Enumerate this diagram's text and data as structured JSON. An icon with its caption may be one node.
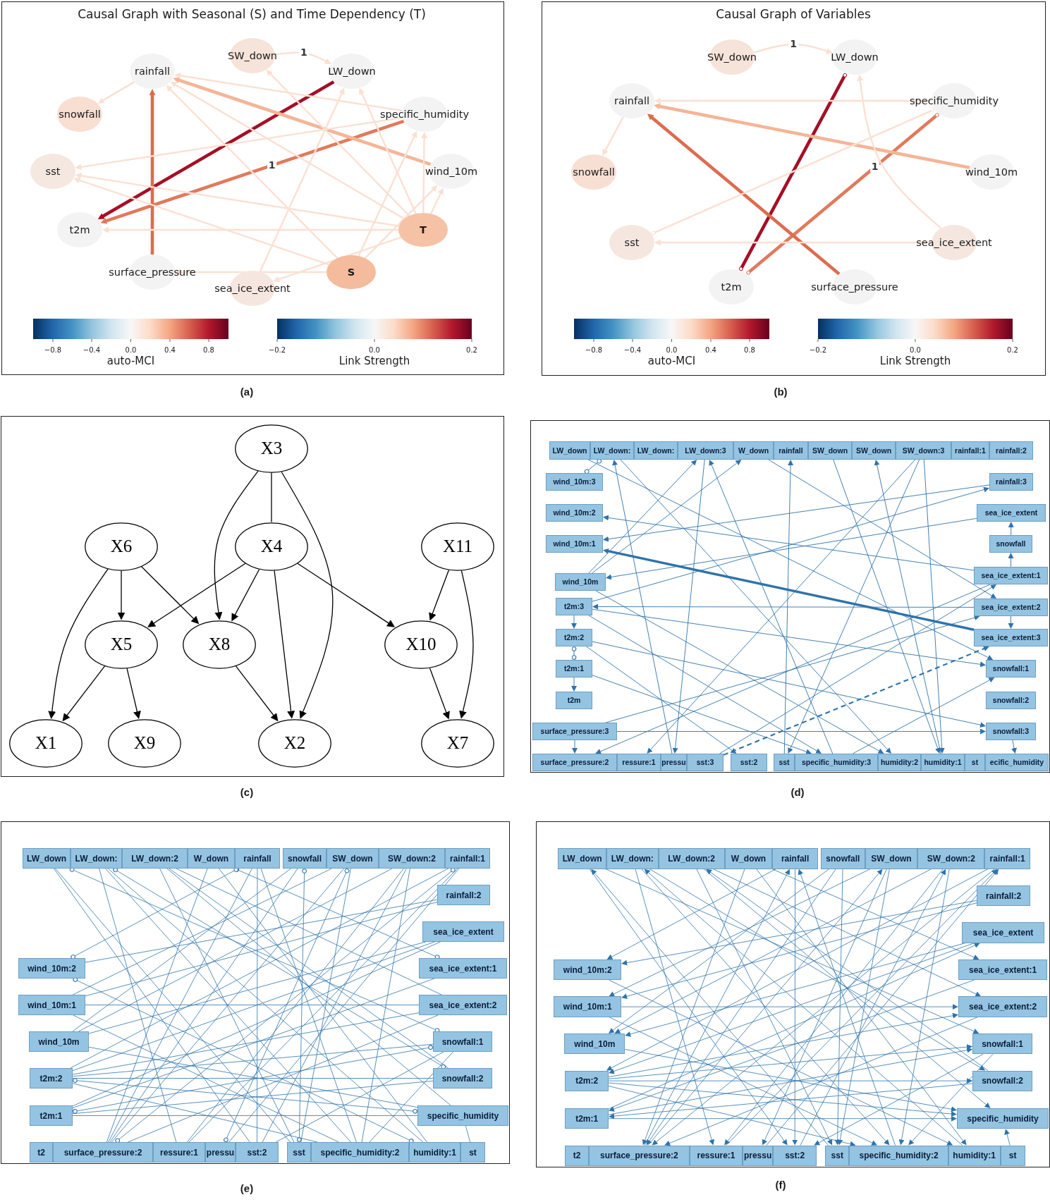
{
  "diagram": {
    "nodes": [
      {
        "text": [
          "SW_down"
        ]
      },
      {
        "text": [
          "rainfall"
        ]
      },
      {
        "text": [
          "LW_down"
        ]
      },
      {
        "text": [
          "snowfall"
        ]
      },
      {
        "text": [
          "specific_humidity"
        ]
      },
      {
        "text": [
          "sst"
        ]
      },
      {
        "text": [
          "wind_10m"
        ]
      },
      {
        "text": [
          "t2m"
        ]
      },
      {
        "text": [
          "T"
        ]
      },
      {
        "text": [
          "surface_pressure"
        ]
      },
      {
        "text": [
          "S"
        ]
      },
      {
        "text": [
          "sea_ice_extent"
        ]
      },
      {
        "text": [
          "SW_down"
        ]
      },
      {
        "text": [
          "LW_down"
        ]
      },
      {
        "text": [
          "rainfall"
        ]
      },
      {
        "text": [
          "specific_humidity"
        ]
      },
      {
        "text": [
          "snowfall"
        ]
      },
      {
        "text": [
          "wind_10m"
        ]
      },
      {
        "text": [
          "sst"
        ]
      },
      {
        "text": [
          "sea_ice_extent"
        ]
      },
      {
        "text": [
          "t2m"
        ]
      },
      {
        "text": [
          "surface_pressure"
        ]
      },
      {
        "text": [
          "X3"
        ]
      },
      {
        "text": [
          "X6"
        ]
      },
      {
        "text": [
          "X4"
        ]
      },
      {
        "text": [
          "X11"
        ]
      },
      {
        "text": [
          "X5"
        ]
      },
      {
        "text": [
          "X8"
        ]
      },
      {
        "text": [
          "X10"
        ]
      },
      {
        "text": [
          "X1"
        ]
      },
      {
        "text": [
          "X9"
        ]
      },
      {
        "text": [
          "X2"
        ]
      },
      {
        "text": [
          "X7"
        ]
      },
      {
        "text": [
          "LW_down"
        ]
      },
      {
        "text": [
          "LW_down:"
        ]
      },
      {
        "text": [
          "LW_down:"
        ]
      },
      {
        "text": [
          "LW_down:3"
        ]
      },
      {
        "text": [
          "W_down"
        ]
      },
      {
        "text": [
          "rainfall"
        ]
      },
      {
        "text": [
          "SW_down"
        ]
      },
      {
        "text": [
          "SW_down"
        ]
      },
      {
        "text": [
          "SW_down:3"
        ]
      },
      {
        "text": [
          "rainfall:1"
        ]
      },
      {
        "text": [
          "rainfall:2"
        ]
      },
      {
        "text": [
          "wind_10m:3"
        ]
      },
      {
        "text": [
          "rainfall:3"
        ]
      },
      {
        "text": [
          "wind_10m:2"
        ]
      },
      {
        "text": [
          "sea_ice_extent"
        ]
      },
      {
        "text": [
          "wind_10m:1"
        ]
      },
      {
        "text": [
          "snowfall"
        ]
      },
      {
        "text": [
          "wind_10m"
        ]
      },
      {
        "text": [
          "sea_ice_extent:1"
        ]
      },
      {
        "text": [
          "t2m:3"
        ]
      },
      {
        "text": [
          "sea_ice_extent:2"
        ]
      },
      {
        "text": [
          "t2m:2"
        ]
      },
      {
        "text": [
          "sea_ice_extent:3"
        ]
      },
      {
        "text": [
          "t2m:1"
        ]
      },
      {
        "text": [
          "snowfall:1"
        ]
      },
      {
        "text": [
          "t2m"
        ]
      },
      {
        "text": [
          "snowfall:2"
        ]
      },
      {
        "text": [
          "surface_pressure:3"
        ]
      },
      {
        "text": [
          "snowfall:3"
        ]
      },
      {
        "text": [
          "surface_pressure:2"
        ]
      },
      {
        "text": [
          "ressure:1"
        ]
      },
      {
        "text": [
          "pressu"
        ]
      },
      {
        "text": [
          "sst:3"
        ]
      },
      {
        "text": [
          "sst:2"
        ]
      },
      {
        "text": [
          "sst"
        ]
      },
      {
        "text": [
          "specific_humidity:3"
        ]
      },
      {
        "text": [
          "humidity:2"
        ]
      },
      {
        "text": [
          "humidity:1"
        ]
      },
      {
        "text": [
          "st"
        ]
      },
      {
        "text": [
          "ecific_humidity"
        ]
      },
      {
        "text": [
          "LW_down"
        ]
      },
      {
        "text": [
          "LW_down:"
        ]
      },
      {
        "text": [
          "LW_down:2"
        ]
      },
      {
        "text": [
          "W_down"
        ]
      },
      {
        "text": [
          "rainfall"
        ]
      },
      {
        "text": [
          "snowfall"
        ]
      },
      {
        "text": [
          "SW_down"
        ]
      },
      {
        "text": [
          "SW_down:2"
        ]
      },
      {
        "text": [
          "rainfall:1"
        ]
      },
      {
        "text": [
          "rainfall:2"
        ]
      },
      {
        "text": [
          "sea_ice_extent"
        ]
      },
      {
        "text": [
          "wind_10m:2"
        ]
      },
      {
        "text": [
          "sea_ice_extent:1"
        ]
      },
      {
        "text": [
          "wind_10m:1"
        ]
      },
      {
        "text": [
          "sea_ice_extent:2"
        ]
      },
      {
        "text": [
          "wind_10m"
        ]
      },
      {
        "text": [
          "snowfall:1"
        ]
      },
      {
        "text": [
          "t2m:2"
        ]
      },
      {
        "text": [
          "snowfall:2"
        ]
      },
      {
        "text": [
          "t2m:1"
        ]
      },
      {
        "text": [
          "specific_humidity"
        ]
      },
      {
        "text": [
          "t2"
        ]
      },
      {
        "text": [
          "surface_pressure:2"
        ]
      },
      {
        "text": [
          "ressure:1"
        ]
      },
      {
        "text": [
          "pressu"
        ]
      },
      {
        "text": [
          "sst:2"
        ]
      },
      {
        "text": [
          "sst"
        ]
      },
      {
        "text": [
          "specific_humidity:2"
        ]
      },
      {
        "text": [
          "humidity:1"
        ]
      },
      {
        "text": [
          "st"
        ]
      },
      {
        "text": [
          "LW_down"
        ]
      },
      {
        "text": [
          "LW_down:"
        ]
      },
      {
        "text": [
          "LW_down:2"
        ]
      },
      {
        "text": [
          "W_down"
        ]
      },
      {
        "text": [
          "rainfall"
        ]
      },
      {
        "text": [
          "snowfall"
        ]
      },
      {
        "text": [
          "SW_down"
        ]
      },
      {
        "text": [
          "SW_down:2"
        ]
      },
      {
        "text": [
          "rainfall:1"
        ]
      },
      {
        "text": [
          "rainfall:2"
        ]
      },
      {
        "text": [
          "sea_ice_extent"
        ]
      },
      {
        "text": [
          "wind_10m:2"
        ]
      },
      {
        "text": [
          "sea_ice_extent:1"
        ]
      },
      {
        "text": [
          "wind_10m:1"
        ]
      },
      {
        "text": [
          "sea_ice_extent:2"
        ]
      },
      {
        "text": [
          "wind_10m"
        ]
      },
      {
        "text": [
          "snowfall:1"
        ]
      },
      {
        "text": [
          "t2m:2"
        ]
      },
      {
        "text": [
          "snowfall:2"
        ]
      },
      {
        "text": [
          "t2m:1"
        ]
      },
      {
        "text": [
          "specific_humidity"
        ]
      },
      {
        "text": [
          "t2"
        ]
      },
      {
        "text": [
          "surface_pressure:2"
        ]
      },
      {
        "text": [
          "ressure:1"
        ]
      },
      {
        "text": [
          "pressu"
        ]
      },
      {
        "text": [
          "sst:2"
        ]
      },
      {
        "text": [
          "sst"
        ]
      },
      {
        "text": [
          "specific_humidity:2"
        ]
      },
      {
        "text": [
          "humidity:1"
        ]
      },
      {
        "text": [
          "st"
        ]
      }
    ],
    "edges": [
      {
        "from": 1,
        "to": 3,
        "arrow": "to",
        "color": "#fbe0d3"
      },
      {
        "from": 0,
        "to": 2,
        "arrow": "to",
        "label": "1",
        "color": "#fbe0d3"
      },
      {
        "from": 2,
        "to": 7,
        "arrow": "to",
        "style": "thick",
        "color": "#a50f26"
      },
      {
        "from": 4,
        "to": 7,
        "arrow": "to",
        "label": "1",
        "style": "thick",
        "color": "#e07a5c"
      },
      {
        "from": 9,
        "to": 1,
        "arrow": "to",
        "style": "thick",
        "color": "#dc6c50"
      },
      {
        "from": 6,
        "to": 1,
        "arrow": "to",
        "style": "thick",
        "color": "#f4b597"
      },
      {
        "from": 4,
        "to": 1,
        "arrow": "to",
        "color": "#fbe0d3"
      },
      {
        "from": 4,
        "to": 5,
        "arrow": "to",
        "color": "#fbe0d3"
      },
      {
        "from": 8,
        "to": 1,
        "arrow": "to",
        "color": "#fbe0d3"
      },
      {
        "from": 10,
        "to": 1,
        "arrow": "to",
        "color": "#fbe0d3"
      },
      {
        "from": 8,
        "to": 0,
        "arrow": "to",
        "color": "#fbe0d3"
      },
      {
        "from": 8,
        "to": 2,
        "arrow": "to",
        "color": "#fbe0d3"
      },
      {
        "from": 8,
        "to": 4,
        "arrow": "to",
        "color": "#fbe0d3"
      },
      {
        "from": 8,
        "to": 6,
        "arrow": "to",
        "color": "#fbe0d3"
      },
      {
        "from": 8,
        "to": 5,
        "arrow": "to",
        "color": "#fbe0d3"
      },
      {
        "from": 8,
        "to": 7,
        "arrow": "to",
        "color": "#fbe0d3"
      },
      {
        "from": 8,
        "to": 11,
        "arrow": "to",
        "color": "#fbe0d3"
      },
      {
        "from": 10,
        "to": 5,
        "arrow": "to",
        "color": "#fbe0d3"
      },
      {
        "from": 10,
        "to": 4,
        "arrow": "to",
        "color": "#fbe0d3"
      },
      {
        "from": 10,
        "to": 6,
        "arrow": "to",
        "color": "#fbe0d3"
      },
      {
        "from": 10,
        "to": 9,
        "arrow": "to",
        "color": "#fbe0d3"
      },
      {
        "from": 11,
        "to": 2,
        "arrow": "to",
        "color": "#fbe0d3"
      },
      {
        "from": 12,
        "to": 13,
        "arrow": "to",
        "label": "1",
        "color": "#fbe0d3"
      },
      {
        "from": 14,
        "to": 16,
        "arrow": "to",
        "color": "#fbe0d3"
      },
      {
        "from": 20,
        "to": 13,
        "arrow": "other",
        "style": "thick",
        "color": "#a50f26"
      },
      {
        "from": 20,
        "to": 15,
        "arrow": "other",
        "label": "1",
        "style": "thick",
        "color": "#e07a5c"
      },
      {
        "from": 21,
        "to": 14,
        "arrow": "to",
        "style": "thick",
        "color": "#dc6c50"
      },
      {
        "from": 17,
        "to": 14,
        "arrow": "to",
        "style": "thick",
        "color": "#f4b597"
      },
      {
        "from": 15,
        "to": 14,
        "arrow": "to",
        "color": "#fbe0d3"
      },
      {
        "from": 18,
        "to": 15,
        "arrow": "other",
        "color": "#fbe0d3"
      },
      {
        "from": 19,
        "to": 18,
        "arrow": "to",
        "color": "#fbe0d3"
      },
      {
        "from": 19,
        "to": 13,
        "arrow": "to",
        "color": "#fbe0d3"
      },
      {
        "from": 22,
        "to": 24,
        "arrow": "none",
        "color": "#000000"
      },
      {
        "from": 22,
        "to": 27,
        "arrow": "to",
        "color": "#000000"
      },
      {
        "from": 22,
        "to": 31,
        "arrow": "to",
        "color": "#000000"
      },
      {
        "from": 23,
        "to": 26,
        "arrow": "to",
        "color": "#000000"
      },
      {
        "from": 23,
        "to": 27,
        "arrow": "to",
        "color": "#000000"
      },
      {
        "from": 23,
        "to": 29,
        "arrow": "to",
        "color": "#000000"
      },
      {
        "from": 24,
        "to": 26,
        "arrow": "to",
        "color": "#000000"
      },
      {
        "from": 24,
        "to": 27,
        "arrow": "to",
        "color": "#000000"
      },
      {
        "from": 24,
        "to": 31,
        "arrow": "to",
        "color": "#000000"
      },
      {
        "from": 24,
        "to": 28,
        "arrow": "to",
        "color": "#000000"
      },
      {
        "from": 25,
        "to": 28,
        "arrow": "to",
        "color": "#000000"
      },
      {
        "from": 25,
        "to": 32,
        "arrow": "to",
        "color": "#000000"
      },
      {
        "from": 26,
        "to": 29,
        "arrow": "to",
        "color": "#000000"
      },
      {
        "from": 26,
        "to": 30,
        "arrow": "to",
        "color": "#000000"
      },
      {
        "from": 27,
        "to": 31,
        "arrow": "to",
        "color": "#000000"
      },
      {
        "from": 28,
        "to": 32,
        "arrow": "to",
        "color": "#000000"
      },
      {
        "from": 55,
        "to": 48,
        "arrow": "to",
        "style": "thick"
      },
      {
        "from": 65,
        "to": 55,
        "arrow": "to",
        "style": "dashed"
      },
      {
        "from": 60,
        "to": 61,
        "arrow": "to"
      },
      {
        "from": 56,
        "to": 58,
        "arrow": "to"
      },
      {
        "from": 54,
        "to": 56,
        "arrow": "other"
      },
      {
        "from": 52,
        "to": 54,
        "arrow": "to"
      },
      {
        "from": 60,
        "to": 62,
        "arrow": "to"
      },
      {
        "from": 49,
        "to": 47,
        "arrow": "to"
      },
      {
        "from": 51,
        "to": 49,
        "arrow": "to"
      },
      {
        "from": 53,
        "to": 55,
        "arrow": "to"
      },
      {
        "from": 61,
        "to": 72,
        "arrow": "to"
      },
      {
        "from": 44,
        "to": 34,
        "arrow": "other"
      },
      {
        "from": 52,
        "to": 45,
        "arrow": "to"
      },
      {
        "from": 50,
        "to": 36,
        "arrow": "to"
      },
      {
        "from": 52,
        "to": 57,
        "arrow": "to"
      },
      {
        "from": 54,
        "to": 66,
        "arrow": "to"
      },
      {
        "from": 51,
        "to": 46,
        "arrow": "to"
      },
      {
        "from": 45,
        "to": 48,
        "arrow": "to"
      },
      {
        "from": 47,
        "to": 50,
        "arrow": "to"
      },
      {
        "from": 68,
        "to": 36,
        "arrow": "to"
      },
      {
        "from": 34,
        "to": 69,
        "arrow": "to"
      },
      {
        "from": 67,
        "to": 38,
        "arrow": "to"
      },
      {
        "from": 70,
        "to": 40,
        "arrow": "to"
      },
      {
        "from": 41,
        "to": 70,
        "arrow": "to"
      },
      {
        "from": 41,
        "to": 67,
        "arrow": "to"
      },
      {
        "from": 39,
        "to": 70,
        "arrow": "to"
      },
      {
        "from": 51,
        "to": 62,
        "arrow": "to"
      },
      {
        "from": 41,
        "to": 63,
        "arrow": "to"
      },
      {
        "from": 36,
        "to": 64,
        "arrow": "to"
      },
      {
        "from": 56,
        "to": 68,
        "arrow": "to"
      },
      {
        "from": 50,
        "to": 69,
        "arrow": "to"
      },
      {
        "from": 52,
        "to": 68,
        "arrow": "to"
      },
      {
        "from": 54,
        "to": 61,
        "arrow": "to"
      },
      {
        "from": 68,
        "to": 57,
        "arrow": "to"
      },
      {
        "from": 53,
        "to": 52,
        "arrow": "to"
      },
      {
        "from": 60,
        "to": 53,
        "arrow": "to"
      },
      {
        "from": 65,
        "to": 51,
        "arrow": "to"
      },
      {
        "from": 64,
        "to": 34,
        "arrow": "to"
      },
      {
        "from": 50,
        "to": 37,
        "arrow": "to"
      },
      {
        "from": 33,
        "to": 57,
        "arrow": "to"
      },
      {
        "from": 37,
        "to": 53,
        "arrow": "to"
      },
      {
        "from": 73,
        "to": 89,
        "arrow": "other"
      },
      {
        "from": 73,
        "to": 98,
        "arrow": "none"
      },
      {
        "from": 74,
        "to": 91,
        "arrow": "other"
      },
      {
        "from": 74,
        "to": 100,
        "arrow": "none"
      },
      {
        "from": 75,
        "to": 93,
        "arrow": "none"
      },
      {
        "from": 75,
        "to": 87,
        "arrow": "none"
      },
      {
        "from": 75,
        "to": 99,
        "arrow": "none"
      },
      {
        "from": 76,
        "to": 85,
        "arrow": "other"
      },
      {
        "from": 76,
        "to": 101,
        "arrow": "none"
      },
      {
        "from": 76,
        "to": 95,
        "arrow": "none"
      },
      {
        "from": 77,
        "to": 98,
        "arrow": "none"
      },
      {
        "from": 77,
        "to": 84,
        "arrow": "other"
      },
      {
        "from": 78,
        "to": 99,
        "arrow": "other"
      },
      {
        "from": 78,
        "to": 88,
        "arrow": "none"
      },
      {
        "from": 79,
        "to": 97,
        "arrow": "other"
      },
      {
        "from": 79,
        "to": 86,
        "arrow": "none"
      },
      {
        "from": 79,
        "to": 99,
        "arrow": "none"
      },
      {
        "from": 80,
        "to": 100,
        "arrow": "none"
      },
      {
        "from": 80,
        "to": 88,
        "arrow": "none"
      },
      {
        "from": 80,
        "to": 96,
        "arrow": "none"
      },
      {
        "from": 81,
        "to": 95,
        "arrow": "other"
      },
      {
        "from": 81,
        "to": 90,
        "arrow": "none"
      },
      {
        "from": 82,
        "to": 84,
        "arrow": "none"
      },
      {
        "from": 82,
        "to": 86,
        "arrow": "none"
      },
      {
        "from": 83,
        "to": 88,
        "arrow": "none"
      },
      {
        "from": 83,
        "to": 90,
        "arrow": "none"
      },
      {
        "from": 84,
        "to": 101,
        "arrow": "other"
      },
      {
        "from": 85,
        "to": 92,
        "arrow": "none"
      },
      {
        "from": 89,
        "to": 98,
        "arrow": "none"
      },
      {
        "from": 86,
        "to": 87,
        "arrow": "none"
      },
      {
        "from": 86,
        "to": 100,
        "arrow": "none"
      },
      {
        "from": 87,
        "to": 95,
        "arrow": "none"
      },
      {
        "from": 88,
        "to": 93,
        "arrow": "none"
      },
      {
        "from": 89,
        "to": 100,
        "arrow": "none"
      },
      {
        "from": 90,
        "to": 93,
        "arrow": "other"
      },
      {
        "from": 90,
        "to": 91,
        "arrow": "none"
      },
      {
        "from": 90,
        "to": 100,
        "arrow": "none"
      },
      {
        "from": 90,
        "to": 89,
        "arrow": "none"
      },
      {
        "from": 90,
        "to": 87,
        "arrow": "none"
      },
      {
        "from": 91,
        "to": 92,
        "arrow": "none"
      },
      {
        "from": 91,
        "to": 75,
        "arrow": "none"
      },
      {
        "from": 92,
        "to": 89,
        "arrow": "other"
      },
      {
        "from": 92,
        "to": 83,
        "arrow": "none"
      },
      {
        "from": 92,
        "to": 93,
        "arrow": "none"
      },
      {
        "from": 95,
        "to": 79,
        "arrow": "none"
      },
      {
        "from": 95,
        "to": 77,
        "arrow": "none"
      },
      {
        "from": 96,
        "to": 81,
        "arrow": "none"
      },
      {
        "from": 97,
        "to": 81,
        "arrow": "none"
      },
      {
        "from": 98,
        "to": 80,
        "arrow": "none"
      },
      {
        "from": 99,
        "to": 73,
        "arrow": "none"
      },
      {
        "from": 100,
        "to": 77,
        "arrow": "none"
      },
      {
        "from": 101,
        "to": 74,
        "arrow": "none"
      },
      {
        "from": 102,
        "to": 93,
        "arrow": "none"
      },
      {
        "from": 78,
        "to": 95,
        "arrow": "none"
      },
      {
        "from": 74,
        "to": 96,
        "arrow": "none"
      },
      {
        "from": 103,
        "to": 119,
        "arrow": "to"
      },
      {
        "from": 103,
        "to": 128,
        "arrow": "to"
      },
      {
        "from": 104,
        "to": 121,
        "arrow": "to"
      },
      {
        "from": 104,
        "to": 130,
        "arrow": "to"
      },
      {
        "from": 105,
        "to": 123,
        "arrow": "to"
      },
      {
        "from": 105,
        "to": 117,
        "arrow": "to"
      },
      {
        "from": 105,
        "to": 129,
        "arrow": "to"
      },
      {
        "from": 106,
        "to": 115,
        "arrow": "to"
      },
      {
        "from": 106,
        "to": 131,
        "arrow": "to"
      },
      {
        "from": 106,
        "to": 125,
        "arrow": "to"
      },
      {
        "from": 107,
        "to": 128,
        "arrow": "to"
      },
      {
        "from": 107,
        "to": 114,
        "arrow": "to"
      },
      {
        "from": 108,
        "to": 129,
        "arrow": "to"
      },
      {
        "from": 108,
        "to": 118,
        "arrow": "to"
      },
      {
        "from": 109,
        "to": 127,
        "arrow": "to"
      },
      {
        "from": 109,
        "to": 116,
        "arrow": "to"
      },
      {
        "from": 109,
        "to": 129,
        "arrow": "to"
      },
      {
        "from": 110,
        "to": 130,
        "arrow": "to"
      },
      {
        "from": 110,
        "to": 118,
        "arrow": "to"
      },
      {
        "from": 110,
        "to": 126,
        "arrow": "to"
      },
      {
        "from": 111,
        "to": 125,
        "arrow": "to"
      },
      {
        "from": 111,
        "to": 120,
        "arrow": "to"
      },
      {
        "from": 112,
        "to": 114,
        "arrow": "to"
      },
      {
        "from": 112,
        "to": 116,
        "arrow": "to"
      },
      {
        "from": 113,
        "to": 118,
        "arrow": "to"
      },
      {
        "from": 113,
        "to": 120,
        "arrow": "to"
      },
      {
        "from": 114,
        "to": 131,
        "arrow": "to"
      },
      {
        "from": 115,
        "to": 122,
        "arrow": "to"
      },
      {
        "from": 119,
        "to": 128,
        "arrow": "to"
      },
      {
        "from": 116,
        "to": 117,
        "arrow": "to"
      },
      {
        "from": 116,
        "to": 130,
        "arrow": "to"
      },
      {
        "from": 117,
        "to": 125,
        "arrow": "to"
      },
      {
        "from": 118,
        "to": 123,
        "arrow": "to"
      },
      {
        "from": 119,
        "to": 130,
        "arrow": "to"
      },
      {
        "from": 120,
        "to": 123,
        "arrow": "to"
      },
      {
        "from": 120,
        "to": 121,
        "arrow": "to"
      },
      {
        "from": 120,
        "to": 130,
        "arrow": "to"
      },
      {
        "from": 120,
        "to": 119,
        "arrow": "to"
      },
      {
        "from": 120,
        "to": 117,
        "arrow": "to"
      },
      {
        "from": 121,
        "to": 122,
        "arrow": "to"
      },
      {
        "from": 121,
        "to": 105,
        "arrow": "to"
      },
      {
        "from": 122,
        "to": 119,
        "arrow": "to"
      },
      {
        "from": 122,
        "to": 113,
        "arrow": "to"
      },
      {
        "from": 122,
        "to": 123,
        "arrow": "to"
      },
      {
        "from": 125,
        "to": 109,
        "arrow": "to"
      },
      {
        "from": 125,
        "to": 107,
        "arrow": "to"
      },
      {
        "from": 126,
        "to": 111,
        "arrow": "to"
      },
      {
        "from": 127,
        "to": 111,
        "arrow": "to"
      },
      {
        "from": 128,
        "to": 110,
        "arrow": "to"
      },
      {
        "from": 129,
        "to": 103,
        "arrow": "to"
      },
      {
        "from": 130,
        "to": 107,
        "arrow": "to"
      },
      {
        "from": 131,
        "to": 104,
        "arrow": "to"
      },
      {
        "from": 132,
        "to": 123,
        "arrow": "to"
      },
      {
        "from": 108,
        "to": 125,
        "arrow": "to"
      },
      {
        "from": 104,
        "to": 126,
        "arrow": "to"
      }
    ],
    "labels": [
      "Causal Graph with Seasonal (S) and Time Dependency (T)",
      "Causal Graph of Variables",
      "−0.8",
      "−0.4",
      "0.0",
      "0.4",
      "0.8",
      "auto-MCI",
      "−0.2",
      "0.0",
      "0.2",
      "Link Strength",
      "−0.8",
      "−0.4",
      "0.0",
      "0.4",
      "0.8",
      "auto-MCI",
      "−0.2",
      "0.0",
      "0.2",
      "Link Strength",
      "(a)",
      "(b)",
      "(c)",
      "(d)",
      "(e)",
      "(f)"
    ]
  }
}
